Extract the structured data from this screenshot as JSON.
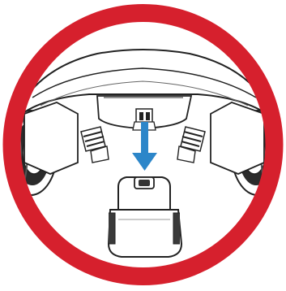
{
  "figure": {
    "icon": "battery-insertion-diagram",
    "colors": {
      "ring": "#d6202d",
      "arrow": "#2c86c9",
      "line": "#222222",
      "fill": "#ffffff",
      "shade": "#9a9a9a",
      "dark": "#3a3a3a",
      "background": "#ffffff"
    },
    "parts": {
      "body": "device-body",
      "arrow": "insert-direction-arrow",
      "battery": "battery-pack",
      "propellers": [
        "left-thruster",
        "right-thruster"
      ]
    }
  }
}
